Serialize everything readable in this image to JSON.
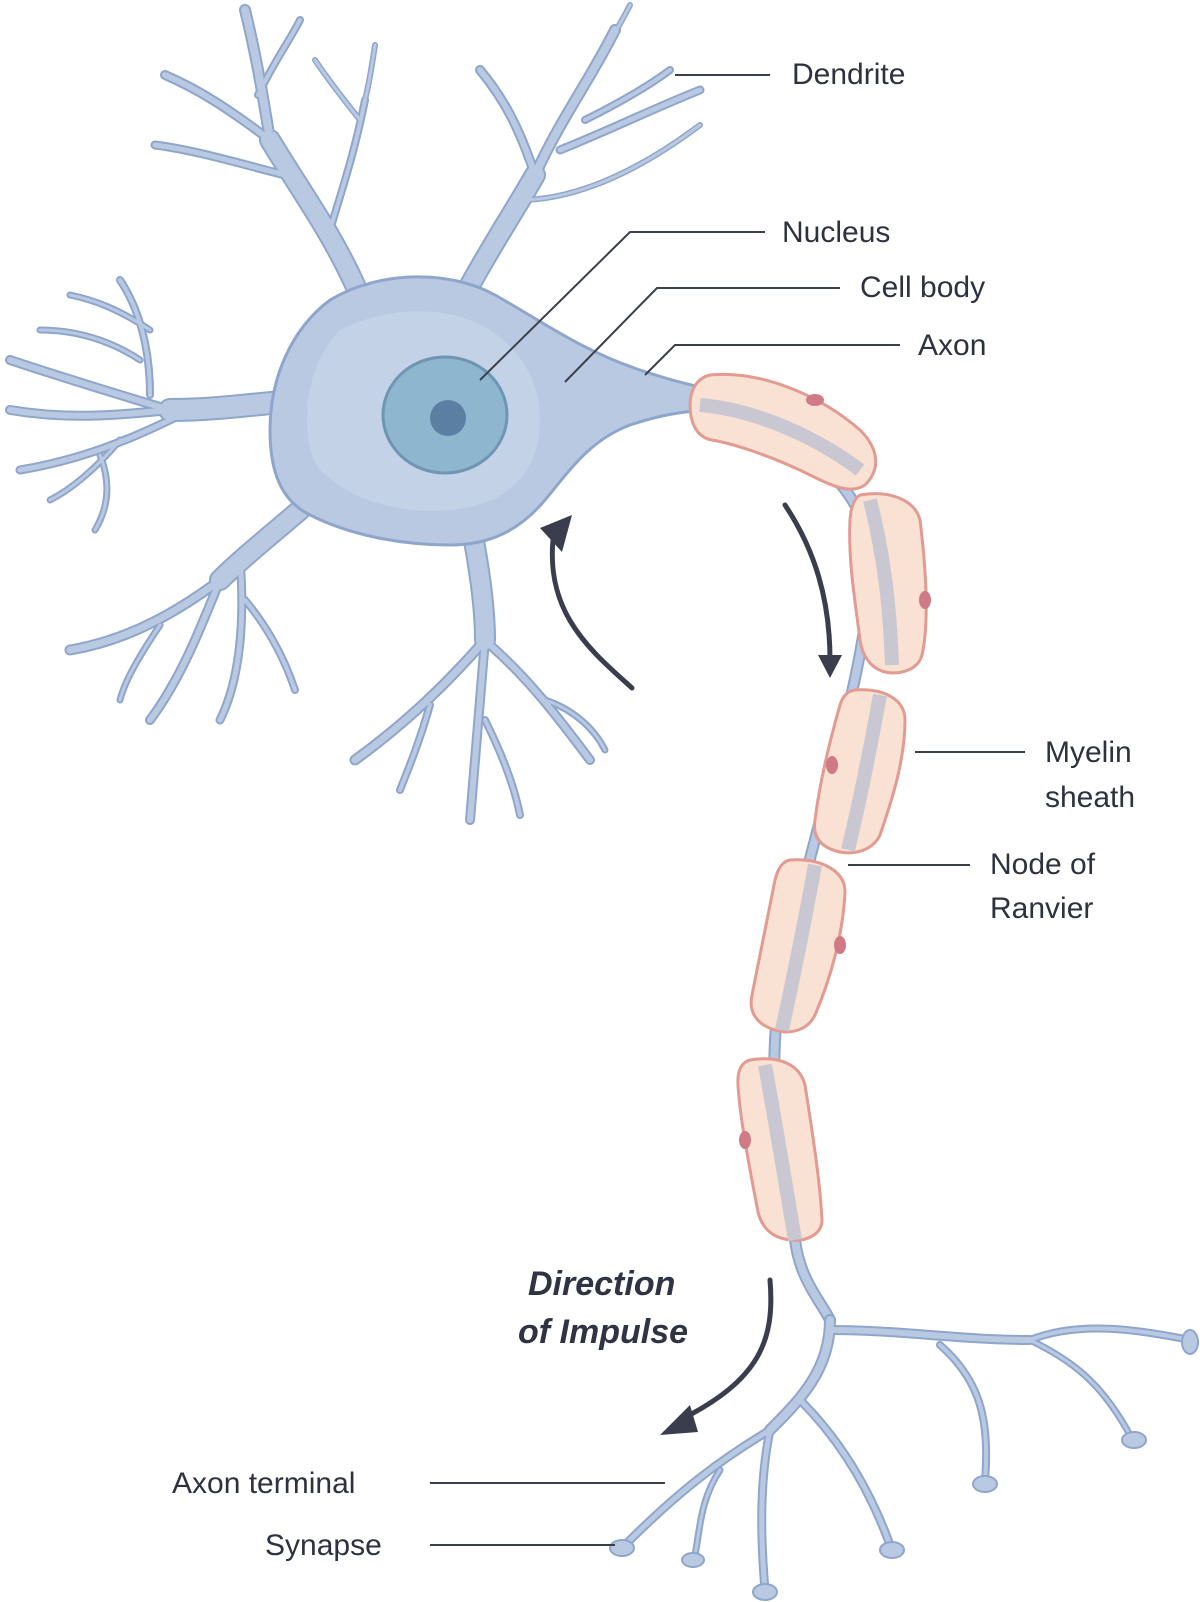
{
  "labels": {
    "dendrite": "Dendrite",
    "nucleus": "Nucleus",
    "cell_body": "Cell body",
    "axon": "Axon",
    "myelin_sheath_line1": "Myelin",
    "myelin_sheath_line2": "sheath",
    "node_of_ranvier_line1": "Node of",
    "node_of_ranvier_line2": "Ranvier",
    "direction_line1": "Direction",
    "direction_line2": "of Impulse",
    "axon_terminal": "Axon terminal",
    "synapse": "Synapse"
  },
  "colors": {
    "neuron_fill": "#b9c9e2",
    "neuron_outline": "#8fa6cc",
    "cell_body_inner": "#c7d5ea",
    "nucleus_outer": "#8fb6cf",
    "nucleus_inner": "#5a7fa3",
    "myelin_fill": "#f9e2d4",
    "myelin_outline": "#e39a90",
    "axon_core": "#c9c7d1",
    "schwann_nucleus": "#d07a86",
    "arrow": "#3a3d4e",
    "leader_line": "#3a3f4c"
  }
}
